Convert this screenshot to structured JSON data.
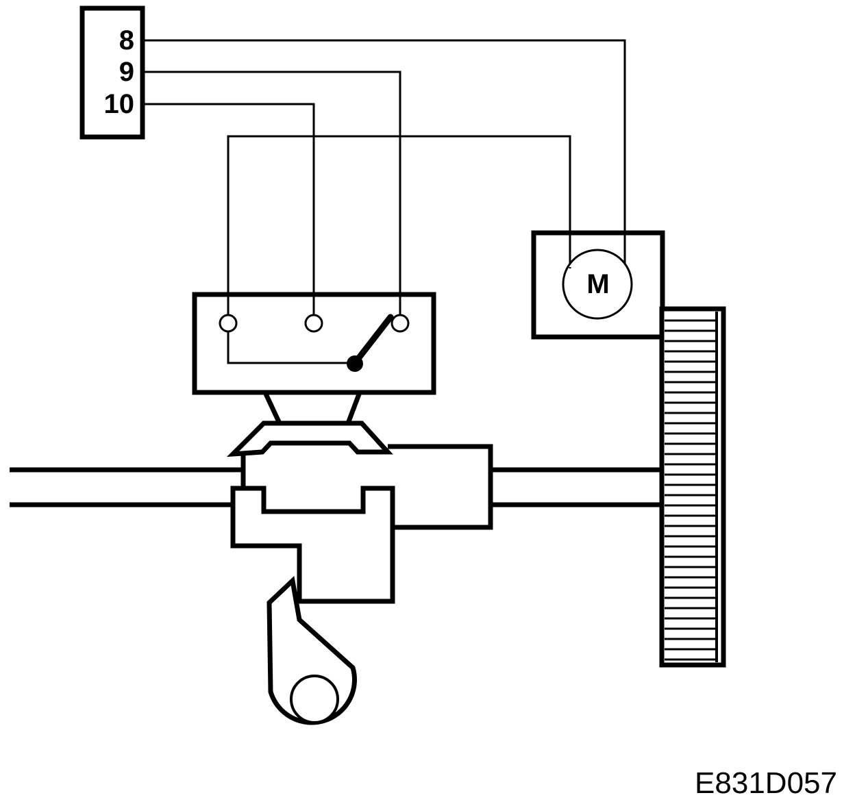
{
  "connector": {
    "pins": [
      "8",
      "9",
      "10"
    ]
  },
  "motor": {
    "label": "M"
  },
  "figure_code": "E831D057",
  "colors": {
    "ink": "#000000",
    "paper": "#ffffff"
  }
}
